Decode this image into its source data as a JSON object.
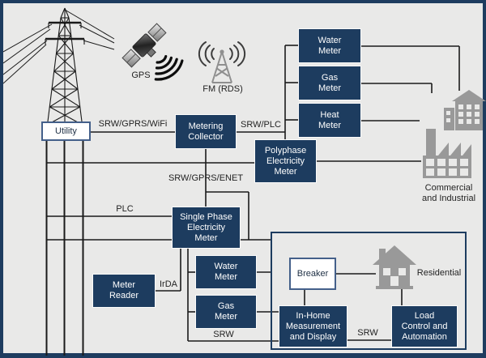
{
  "colors": {
    "navy": "#1d3c5f",
    "background": "#e9e9e8",
    "line": "#1a1a1a",
    "icon_gray": "#999999"
  },
  "boxes": {
    "utility": {
      "label": "Utility"
    },
    "metering_collector": {
      "label": "Metering\nCollector"
    },
    "water_meter_grid": {
      "label": "Water\nMeter"
    },
    "gas_meter_grid": {
      "label": "Gas\nMeter"
    },
    "heat_meter_grid": {
      "label": "Heat\nMeter"
    },
    "polyphase_meter": {
      "label": "Polyphase\nElectricity\nMeter"
    },
    "single_phase_meter": {
      "label": "Single Phase\nElectricity\nMeter"
    },
    "meter_reader": {
      "label": "Meter\nReader"
    },
    "water_meter_home": {
      "label": "Water\nMeter"
    },
    "gas_meter_home": {
      "label": "Gas\nMeter"
    },
    "breaker": {
      "label": "Breaker"
    },
    "in_home_display": {
      "label": "In-Home\nMeasurement\nand Display"
    },
    "load_control": {
      "label": "Load\nControl and\nAutomation"
    }
  },
  "link_labels": {
    "srw_gprs_wifi": "SRW/GPRS/WiFi",
    "srw_plc": "SRW/PLC",
    "srw_gprs_enet": "SRW/GPRS/ENET",
    "plc": "PLC",
    "irda": "IrDA",
    "srw_home": "SRW",
    "srw_load": "SRW"
  },
  "icon_labels": {
    "gps": "GPS",
    "fm_rds": "FM (RDS)",
    "commercial": "Commercial\nand Industrial",
    "residential": "Residential"
  }
}
